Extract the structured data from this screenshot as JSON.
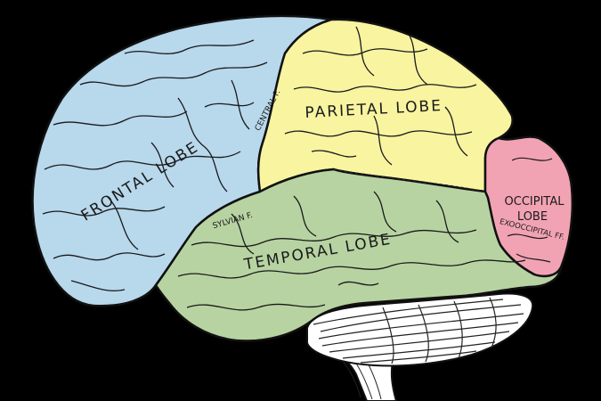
{
  "diagram": {
    "background_color": "#000000",
    "regions": {
      "frontal": {
        "label": "FRONTAL LOBE",
        "color": "#b8d8ec"
      },
      "parietal": {
        "label": "PARIETAL LOBE",
        "color": "#f8f4a0"
      },
      "temporal": {
        "label": "TEMPORAL LOBE",
        "color": "#b7d3a2"
      },
      "occipital": {
        "label_line1": "OCCIPITAL",
        "label_line2": "LOBE",
        "color": "#f2a3b3"
      },
      "cerebellum": {
        "color": "#ffffff"
      },
      "brainstem": {
        "color": "#ffffff"
      }
    },
    "fissures": {
      "central": "CENTRAL F.",
      "sylvian": "SYLVIAN F.",
      "exooccipital": "EXOOCCIPITAL FF."
    }
  }
}
